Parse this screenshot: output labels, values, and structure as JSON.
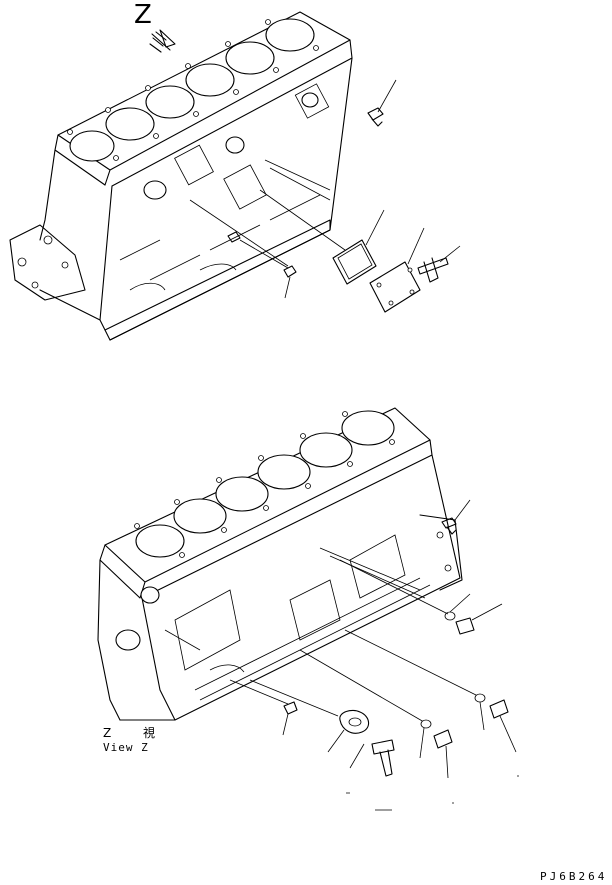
{
  "view_letter": "Z",
  "view_caption_jp": "Z 視",
  "view_caption_en": "View Z",
  "drawing_code": "PJ6B264",
  "parts_top": [
    "bolt-upper-right",
    "gasket",
    "cover-plate",
    "cover-bolt",
    "plug-bolt-left"
  ],
  "parts_bottom": [
    "bolt-rear",
    "washer",
    "plug",
    "plug-bolt-left",
    "gasket-flange",
    "flange-bolt",
    "washer-small",
    "plug-small",
    "washer-right",
    "plug-right"
  ]
}
